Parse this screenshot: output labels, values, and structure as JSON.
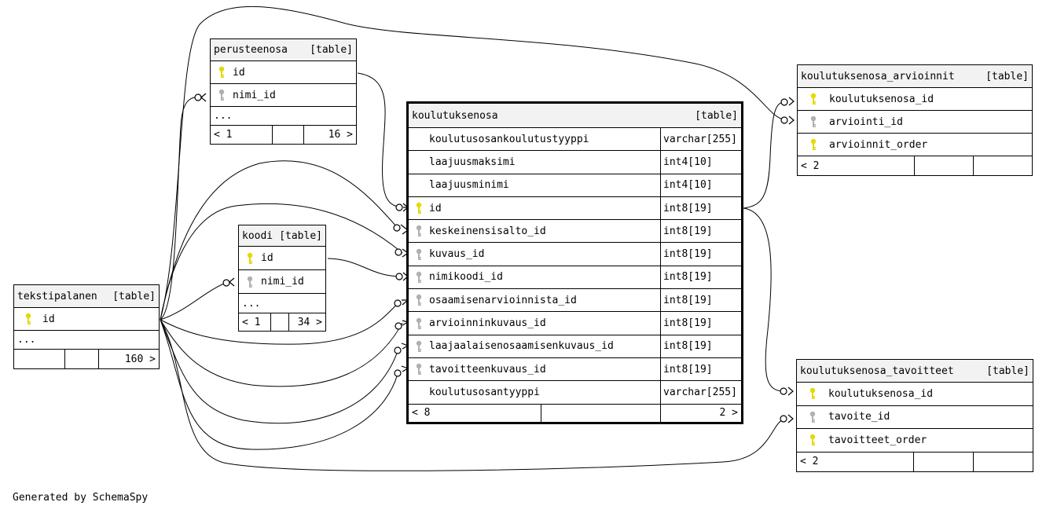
{
  "table_tag": "[table]",
  "key_colors": {
    "primary": "#e6d800",
    "foreign": "#b0b0b0"
  },
  "tables": {
    "perusteenosa": {
      "name": "perusteenosa",
      "columns": [
        {
          "name": "id",
          "key": "primary"
        },
        {
          "name": "nimi_id",
          "key": "foreign"
        }
      ],
      "more": "...",
      "footer": [
        "< 1",
        "",
        "16 >"
      ]
    },
    "koodi": {
      "name": "koodi",
      "columns": [
        {
          "name": "id",
          "key": "primary"
        },
        {
          "name": "nimi_id",
          "key": "foreign"
        }
      ],
      "more": "...",
      "footer": [
        "< 1",
        "",
        "34 >"
      ]
    },
    "tekstipalanen": {
      "name": "tekstipalanen",
      "columns": [
        {
          "name": "id",
          "key": "primary"
        }
      ],
      "more": "...",
      "footer": [
        "",
        "",
        "160 >"
      ]
    },
    "koulutuksenosa": {
      "name": "koulutuksenosa",
      "columns": [
        {
          "name": "koulutusosankoulutustyyppi",
          "type": "varchar[255]",
          "key": ""
        },
        {
          "name": "laajuusmaksimi",
          "type": "int4[10]",
          "key": ""
        },
        {
          "name": "laajuusminimi",
          "type": "int4[10]",
          "key": ""
        },
        {
          "name": "id",
          "type": "int8[19]",
          "key": "primary"
        },
        {
          "name": "keskeinensisalto_id",
          "type": "int8[19]",
          "key": "foreign"
        },
        {
          "name": "kuvaus_id",
          "type": "int8[19]",
          "key": "foreign"
        },
        {
          "name": "nimikoodi_id",
          "type": "int8[19]",
          "key": "foreign"
        },
        {
          "name": "osaamisenarvioinnista_id",
          "type": "int8[19]",
          "key": "foreign"
        },
        {
          "name": "arvioinninkuvaus_id",
          "type": "int8[19]",
          "key": "foreign"
        },
        {
          "name": "laajaalaisenosaamisenkuvaus_id",
          "type": "int8[19]",
          "key": "foreign"
        },
        {
          "name": "tavoitteenkuvaus_id",
          "type": "int8[19]",
          "key": "foreign"
        },
        {
          "name": "koulutusosantyyppi",
          "type": "varchar[255]",
          "key": ""
        }
      ],
      "footer": [
        "< 8",
        "",
        "2 >"
      ]
    },
    "koulutuksenosa_arvioinnit": {
      "name": "koulutuksenosa_arvioinnit",
      "columns": [
        {
          "name": "koulutuksenosa_id",
          "key": "primary"
        },
        {
          "name": "arviointi_id",
          "key": "foreign"
        },
        {
          "name": "arvioinnit_order",
          "key": "primary"
        }
      ],
      "footer": [
        "< 2",
        "",
        ""
      ]
    },
    "koulutuksenosa_tavoitteet": {
      "name": "koulutuksenosa_tavoitteet",
      "columns": [
        {
          "name": "koulutuksenosa_id",
          "key": "primary"
        },
        {
          "name": "tavoite_id",
          "key": "foreign"
        },
        {
          "name": "tavoitteet_order",
          "key": "primary"
        }
      ],
      "footer": [
        "< 2",
        "",
        ""
      ]
    }
  },
  "generated_by": "Generated by SchemaSpy"
}
